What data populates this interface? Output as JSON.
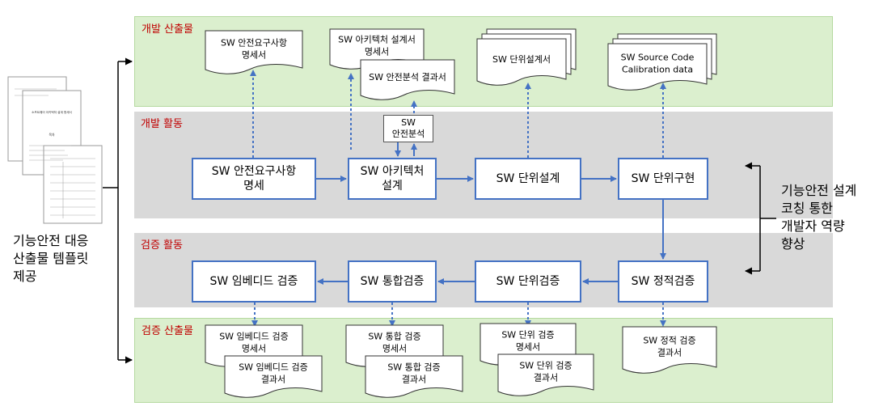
{
  "bands": {
    "dev_outputs": "개발 산출물",
    "dev_activities": "개발 활동",
    "ver_activities": "검증 활동",
    "ver_outputs": "검증 산출물"
  },
  "activities": {
    "sw_req": "SW 안전요구사항\n명세",
    "sw_arch": "SW 아키텍처\n설계",
    "sw_unit_design": "SW 단위설계",
    "sw_unit_impl": "SW 단위구현",
    "sw_safety_analysis": "SW\n안전분석",
    "sw_embedded_ver": "SW 임베디드 검증",
    "sw_integ_ver": "SW 통합검증",
    "sw_unit_ver": "SW 단위검증",
    "sw_static_ver": "SW 정적검증"
  },
  "dev_docs": {
    "req_spec": [
      "SW 안전요구사항",
      "명세서"
    ],
    "arch_spec": [
      "SW 아키텍처 설계서",
      "명세서"
    ],
    "safety_result": "SW 안전분석 결과서",
    "unit_design_doc": "SW 단위설계서",
    "source_code": [
      "SW Source Code",
      "Calibration data"
    ]
  },
  "ver_docs": {
    "embedded_spec": [
      "SW 임베디드 검증",
      "명세서"
    ],
    "embedded_result": [
      "SW 임베디드 검증",
      "결과서"
    ],
    "integ_spec": [
      "SW 통합 검증",
      "명세서"
    ],
    "integ_result": [
      "SW 통합 검증",
      "결과서"
    ],
    "unit_spec": [
      "SW 단위 검증",
      "명세서"
    ],
    "unit_result": [
      "SW 단위 검증",
      "결과서"
    ],
    "static_result": [
      "SW 정적 검증",
      "결과서"
    ]
  },
  "left_caption": "기능안전 대응\n산출물 템플릿\n제공",
  "right_caption": "기능안전 설계\n코칭 통한\n개발자 역량\n향상",
  "thumbnail_doc": {
    "title": "소프트웨어 아키텍처 설계 명세서",
    "subtitle": "목차"
  },
  "colors": {
    "accent": "#4472c4",
    "label_red": "#c00000",
    "green_band": "#dbefce",
    "gray_band": "#d9d9d9"
  }
}
